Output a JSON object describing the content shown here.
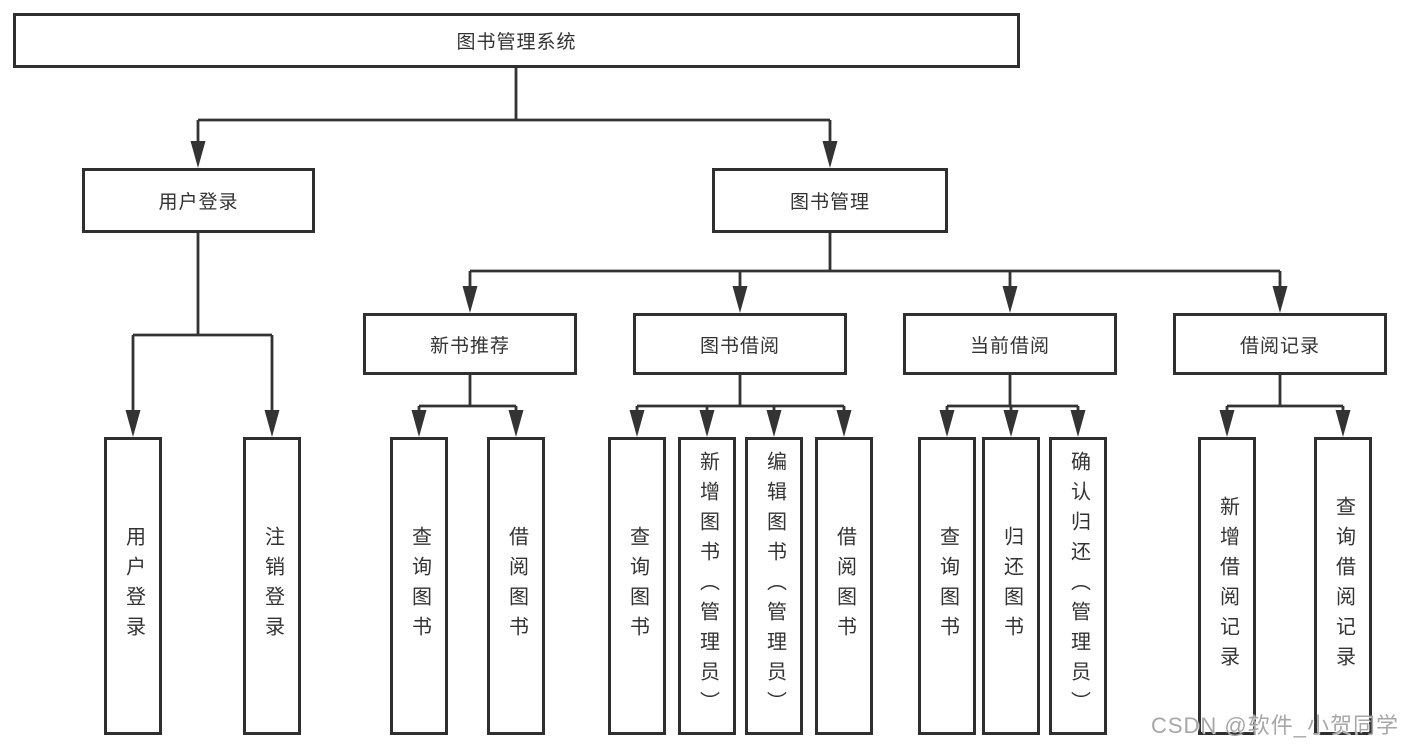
{
  "diagram": {
    "root": {
      "label": "图书管理系统",
      "children": [
        {
          "label": "用户登录",
          "children": [
            {
              "label": "用户登录"
            },
            {
              "label": "注销登录"
            }
          ]
        },
        {
          "label": "图书管理",
          "children": [
            {
              "label": "新书推荐",
              "children": [
                {
                  "label": "查询图书"
                },
                {
                  "label": "借阅图书"
                }
              ]
            },
            {
              "label": "图书借阅",
              "children": [
                {
                  "label": "查询图书"
                },
                {
                  "label": "新增图书（管理员）"
                },
                {
                  "label": "编辑图书（管理员）"
                },
                {
                  "label": "借阅图书"
                }
              ]
            },
            {
              "label": "当前借阅",
              "children": [
                {
                  "label": "查询图书"
                },
                {
                  "label": "归还图书"
                },
                {
                  "label": "确认归还（管理员）"
                }
              ]
            },
            {
              "label": "借阅记录",
              "children": [
                {
                  "label": "新增借阅记录"
                },
                {
                  "label": "查询借阅记录"
                }
              ]
            }
          ]
        }
      ]
    }
  },
  "watermark": {
    "text": "CSDN @软件_小贺同学"
  },
  "colors": {
    "line": "#333333",
    "box_border": "#2f2f2f",
    "box_background": "#ffffff",
    "text": "#333333",
    "watermark": "#a2a2a2"
  }
}
